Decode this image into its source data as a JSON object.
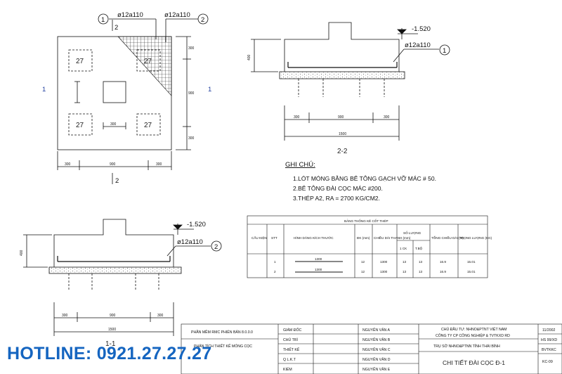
{
  "plan": {
    "bar_top": "ø12a110",
    "bar_right": "ø12a110",
    "bubble_1": "1",
    "bubble_2": "2",
    "cut_2_top": "2",
    "cut_2_bottom": "2",
    "cut_1_left": "1",
    "cut_1_right": "1",
    "pile_1": "27",
    "pile_2": "27",
    "pile_3": "27",
    "pile_4": "27",
    "dims_bottom": [
      "300",
      "900",
      "300"
    ],
    "dim_col": "300",
    "dims_right": [
      "300",
      "900",
      "300"
    ]
  },
  "section22": {
    "level": "-1.520",
    "bar": "ø12a110",
    "bubble": "1",
    "height": "400",
    "dims": [
      "300",
      "900",
      "300"
    ],
    "total": "1500",
    "title": "2-2"
  },
  "section11": {
    "level": "-1.520",
    "bar": "ø12a110",
    "bubble": "2",
    "height": "400",
    "dims": [
      "300",
      "900",
      "300"
    ],
    "total": "1500",
    "title": "1-1"
  },
  "notes": {
    "title": "GHI CHÚ:",
    "items": [
      "1.LÓT MÓNG BẰNG BÊ TÔNG GẠCH VỠ MÁC # 50.",
      "2.BÊ TÔNG ĐÀI CỌC MÁC #200.",
      "3.THÉP A2, RA = 2700 KG/CM2."
    ]
  },
  "table": {
    "title": "BẢNG THỐNG KÊ CỐT THÉP",
    "headers": [
      "CẤU KIỆN",
      "STT",
      "HÌNH DÁNG KÍCH THƯỚC",
      "ĐK (mm)",
      "CHIỀU DÀI THANH (mm)",
      "SỐ LƯỢNG",
      "TỔNG CHIỀU DÀI (m)",
      "TRỌNG LƯỢNG (KG)"
    ],
    "sub_headers": [
      "1 CK",
      "T.BỘ"
    ],
    "rows": [
      {
        "stt": "1",
        "shape": "1300",
        "dk": "12",
        "len": "1300",
        "n1": "13",
        "n2": "13",
        "total": "16.9",
        "weight": "15.01"
      },
      {
        "stt": "2",
        "shape": "1300",
        "dk": "12",
        "len": "1300",
        "n1": "13",
        "n2": "13",
        "total": "16.9",
        "weight": "15.01"
      }
    ]
  },
  "title_block": {
    "software_1": "PHẦN MỀM RMC PHIÊN BẢN 8.0.0.0",
    "software_2": "PHÂN TÍCH THIẾT KẾ MÓNG CỌC",
    "roles": [
      "GIÁM ĐỐC",
      "CHỦ TRÌ",
      "THIẾT KẾ",
      "Q L.K.T",
      "KIỂM"
    ],
    "names": [
      "NGUYỄN VĂN A",
      "NGUYỄN VĂN B",
      "NGUYỄN VĂN C",
      "NGUYỄN VĂN D",
      "NGUYỄN VĂN E"
    ],
    "owner_1": "CHỦ ĐẦU TƯ: NHNO&PTNT VIỆT NAM",
    "owner_2": "CÔNG TY CP CÔNG NGHIỆP & TVTKXD RD",
    "project": "TRỤ SỞ NHNO&PTNN TỈNH THÁI BÌNH",
    "drawing_title": "CHI TIẾT ĐÀI CỌC Đ-1",
    "date": "11/2002",
    "code_1": "HS 99/XD",
    "code_2": "BVTKKC",
    "sheet": "KC-09"
  },
  "hotline": "HOTLINE: 0921.27.27.27"
}
